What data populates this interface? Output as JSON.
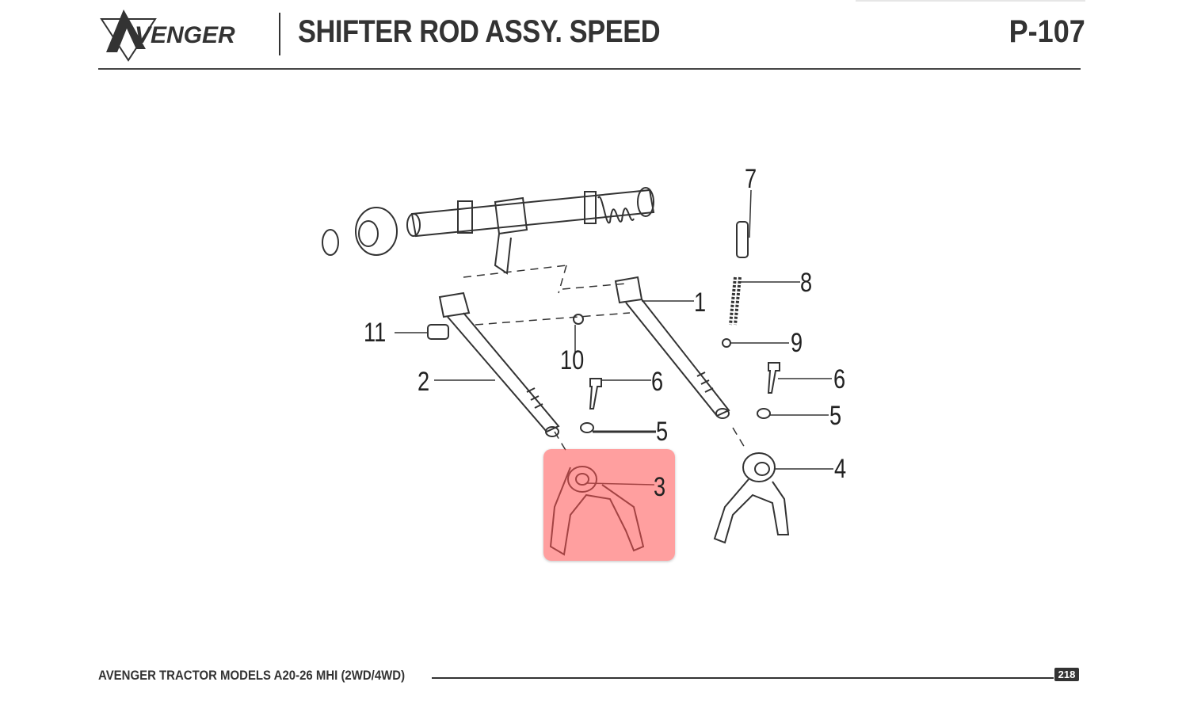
{
  "header": {
    "logo_text": "AVENGER",
    "title": "SHIFTER ROD ASSY. SPEED",
    "page_code": "P-107"
  },
  "diagram": {
    "callouts": [
      "1",
      "2",
      "3",
      "4",
      "5",
      "5",
      "6",
      "6",
      "7",
      "8",
      "9",
      "10",
      "11"
    ],
    "highlighted_part": "3",
    "highlight_color": "#ff5050"
  },
  "footer": {
    "text": "AVENGER TRACTOR MODELS A20-26 MHI (2WD/4WD)",
    "page_number": "218"
  }
}
